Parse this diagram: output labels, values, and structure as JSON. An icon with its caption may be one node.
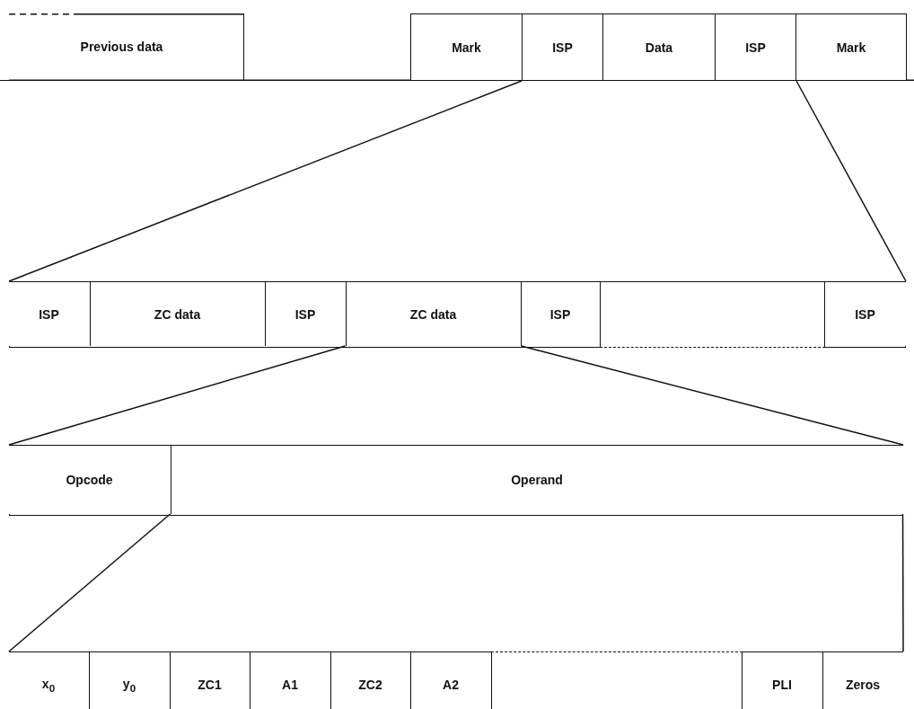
{
  "diagram": {
    "nodes": [
      {
        "text": [
          "Previous data"
        ]
      },
      {
        "text": [
          "Mark"
        ]
      },
      {
        "text": [
          "ISP"
        ]
      },
      {
        "text": [
          "Data"
        ]
      },
      {
        "text": [
          "ISP"
        ]
      },
      {
        "text": [
          "Mark"
        ]
      },
      {
        "text": [],
        "shape": "box"
      },
      {
        "text": [
          "ISP"
        ],
        "in": 6
      },
      {
        "text": [
          "ZC data"
        ],
        "in": 6
      },
      {
        "text": [
          "ISP"
        ],
        "in": 6
      },
      {
        "text": [
          "ZC data"
        ],
        "in": 6
      },
      {
        "text": [
          "ISP"
        ],
        "in": 6
      },
      {
        "text": [],
        "shape": "box",
        "in": 6
      },
      {
        "text": [
          "ISP"
        ],
        "in": 6
      },
      {
        "text": [],
        "shape": "box"
      },
      {
        "text": [
          "Opcode"
        ],
        "in": 14
      },
      {
        "text": [
          "Operand"
        ],
        "in": 14
      },
      {
        "text": [],
        "shape": "box"
      },
      {
        "text": [
          "x$_{0}$"
        ],
        "in": 17
      },
      {
        "text": [
          "y$_{0}$"
        ],
        "in": 17
      },
      {
        "text": [
          "ZC1"
        ],
        "in": 17
      },
      {
        "text": [
          "A1"
        ],
        "in": 17
      },
      {
        "text": [
          "ZC2"
        ],
        "in": 17
      },
      {
        "text": [
          "A2"
        ],
        "in": 17
      },
      {
        "text": [],
        "shape": "box",
        "in": 17
      },
      {
        "text": [
          "PLI"
        ],
        "in": 17
      },
      {
        "text": [
          "Zeros"
        ],
        "in": 17
      }
    ],
    "edges": [
      {
        "from": 2,
        "to": 6,
        "arrow": "none"
      },
      {
        "from": 4,
        "to": 6,
        "arrow": "none"
      },
      {
        "from": 10,
        "to": 14,
        "arrow": "none"
      },
      {
        "from": 10,
        "to": 14,
        "arrow": "none"
      },
      {
        "from": 16,
        "to": 17,
        "arrow": "none"
      },
      {
        "from": 16,
        "to": 17,
        "arrow": "none"
      }
    ]
  }
}
